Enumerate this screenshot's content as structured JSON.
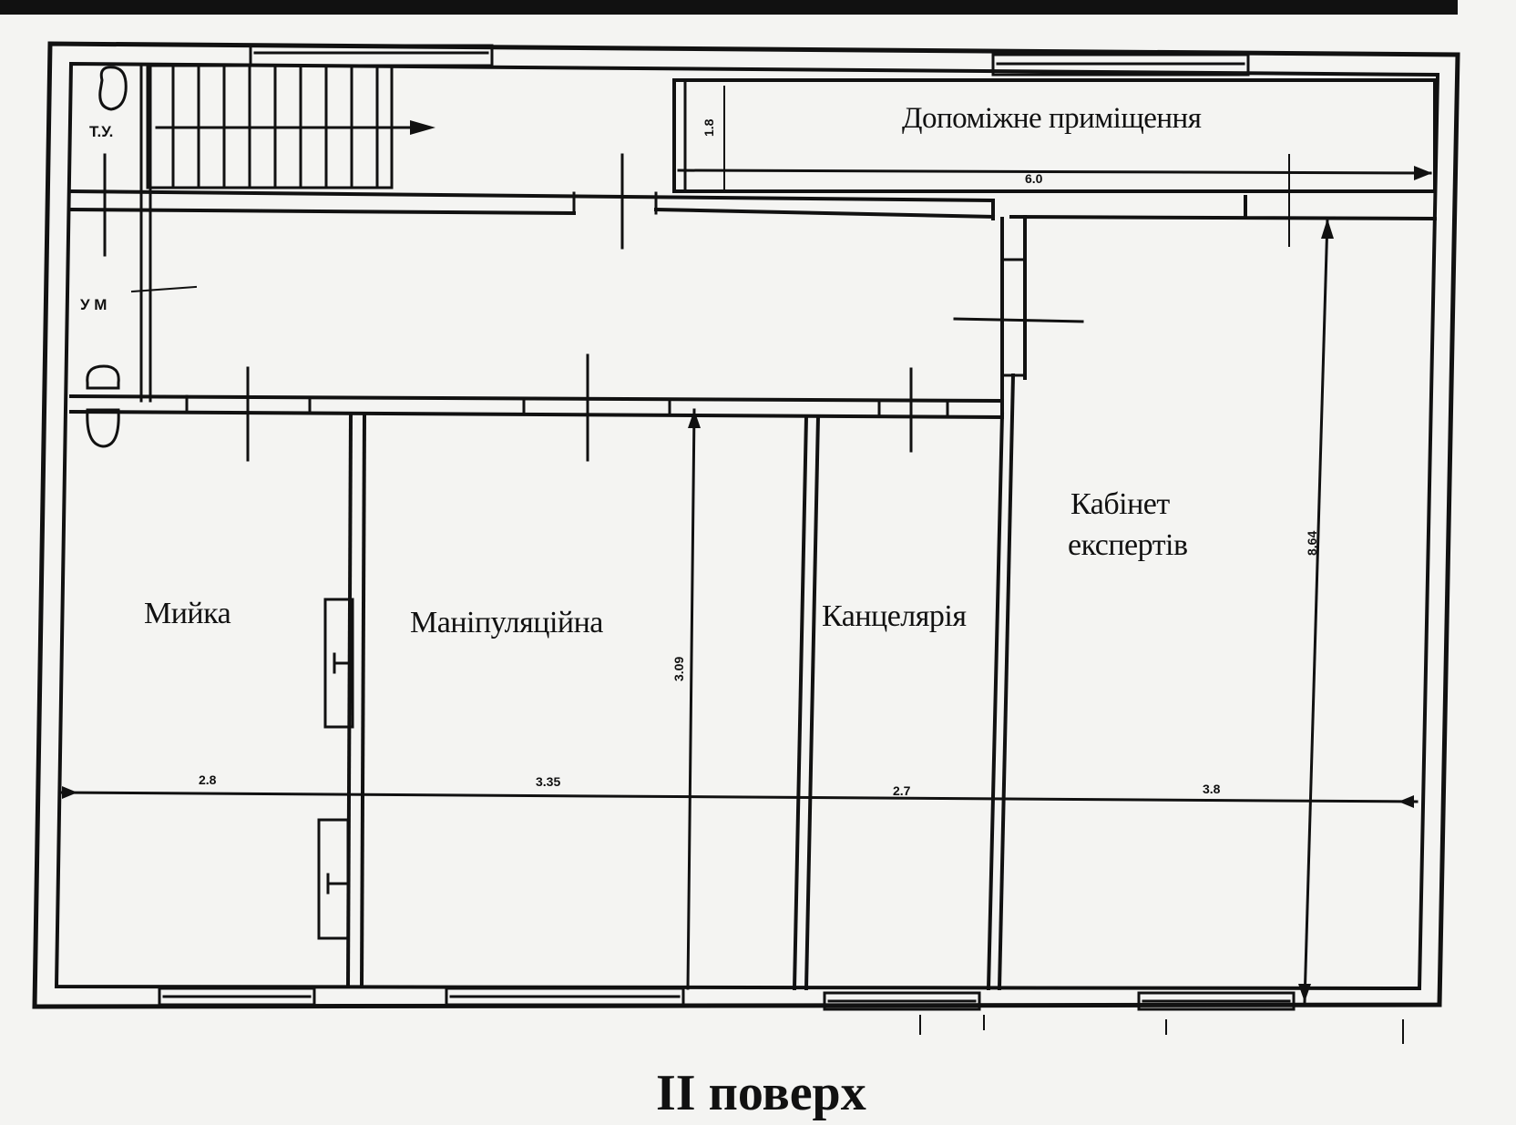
{
  "title": "II поверх",
  "rooms": {
    "auxiliary": "Допоміжне приміщення",
    "experts": [
      "Кабінет",
      "експертів"
    ],
    "washing": "Мийка",
    "manipulation": "Маніпуляційна",
    "office": "Канцелярія",
    "toilet": "Т.У.",
    "washroom": "У М"
  },
  "dimensions": {
    "aux_height": "1.8",
    "aux_width": "6.0",
    "experts_height": "8.64",
    "manipulation_height": "3.09",
    "washing_width": "2.8",
    "manipulation_width": "3.35",
    "office_width": "2.7",
    "experts_width": "3.8"
  },
  "colors": {
    "ink": "#111111",
    "paper": "#f4f4f2"
  }
}
